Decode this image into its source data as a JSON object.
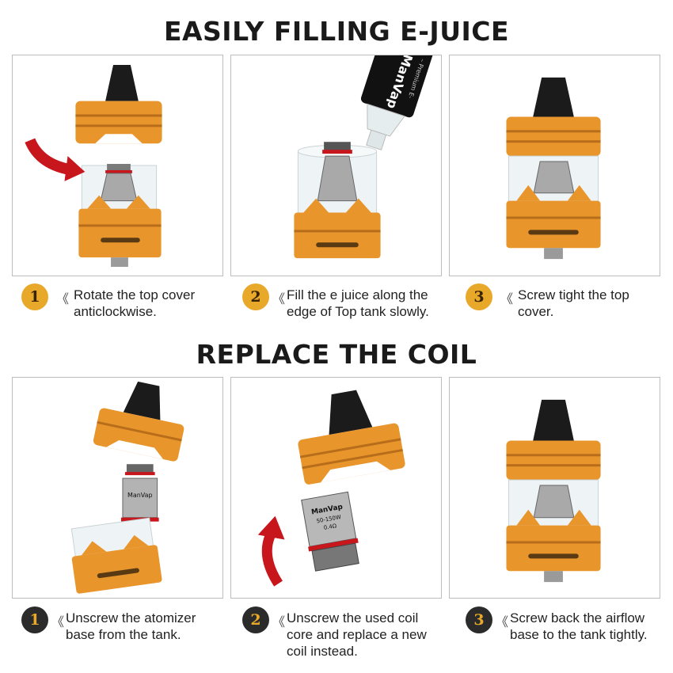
{
  "sections": [
    {
      "title": "EASILY FILLING E-JUICE",
      "steps": [
        {
          "num": "1",
          "chevron": "《",
          "lines": [
            "Rotate the top cover",
            "anticlockwise."
          ]
        },
        {
          "num": "2",
          "chevron": "《",
          "lines": [
            "Fill the e juice along the",
            "edge of Top tank slowly."
          ]
        },
        {
          "num": "3",
          "chevron": "《",
          "lines": [
            "Screw tight the top",
            "cover."
          ]
        }
      ]
    },
    {
      "title": "REPLACE THE COIL",
      "steps": [
        {
          "num": "1",
          "chevron": "《",
          "lines": [
            "Unscrew the atomizer",
            "base from the tank."
          ]
        },
        {
          "num": "2",
          "chevron": "《",
          "lines": [
            "Unscrew the used coil",
            "core and replace a new",
            "coil instead."
          ]
        },
        {
          "num": "3",
          "chevron": "《",
          "lines": [
            "Screw back the airflow",
            "base to the tank tightly."
          ]
        }
      ]
    }
  ],
  "product_labels": {
    "bottle_brand": "ManVap",
    "bottle_sub": "– Premium E-",
    "coil_brand": "ManVap",
    "coil_spec1": "50-150W",
    "coil_spec2": "0.4Ω"
  },
  "colors": {
    "accent_orange": "#e8952c",
    "step_gold": "#e8a92b",
    "step_dark": "#2b2b2b",
    "arrow_red": "#c8161d",
    "drip_tip_black": "#1b1b1b"
  }
}
